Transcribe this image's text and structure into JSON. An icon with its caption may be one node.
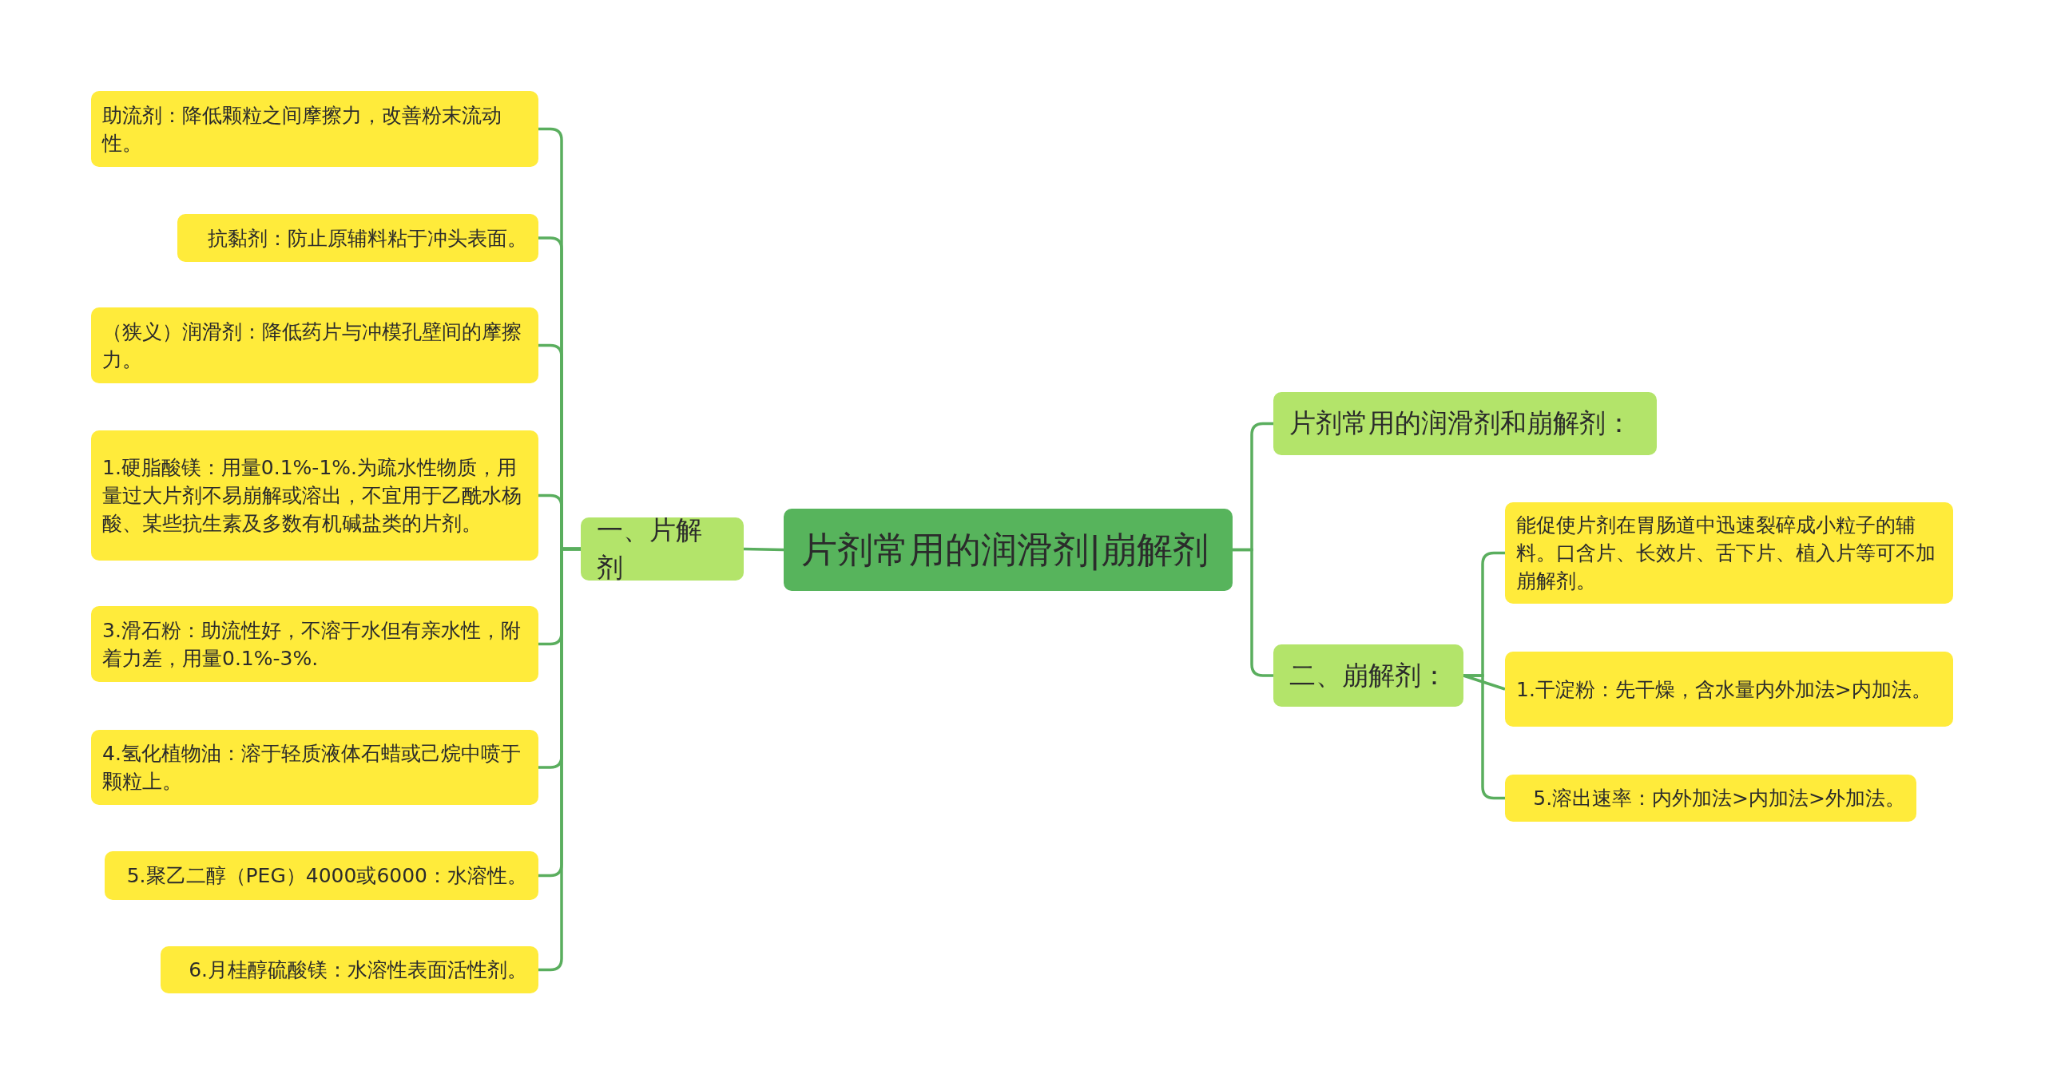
{
  "diagram": {
    "nodes": [
      {
        "text": [
          "片剂常用的润滑剂|崩解剂"
        ]
      },
      {
        "text": [
          "一、片解剂"
        ]
      },
      {
        "text": [
          "助流剂：降低颗粒之间摩擦力，改善粉末流动性。"
        ]
      },
      {
        "text": [
          "抗黏剂：防止原辅料粘于冲头表面。"
        ]
      },
      {
        "text": [
          "（狭义）润滑剂：降低药片与冲模孔壁间的摩擦力。"
        ]
      },
      {
        "text": [
          "1.硬脂酸镁：用量0.1%-1%.为疏水性物质，用量过大片剂不易崩解或溶出，不宜用于乙酰水杨酸、某些抗生素及多数有机碱盐类的片剂。"
        ]
      },
      {
        "text": [
          "3.滑石粉：助流性好，不溶于水但有亲水性，附着力差，用量0.1%-3%."
        ]
      },
      {
        "text": [
          "4.氢化植物油：溶于轻质液体石蜡或己烷中喷于颗粒上。"
        ]
      },
      {
        "text": [
          "5.聚乙二醇（PEG）4000或6000：水溶性。"
        ]
      },
      {
        "text": [
          "6.月桂醇硫酸镁：水溶性表面活性剂。"
        ]
      },
      {
        "text": [
          "片剂常用的润滑剂和崩解剂："
        ]
      },
      {
        "text": [
          "二、崩解剂："
        ]
      },
      {
        "text": [
          "能促使片剂在胃肠道中迅速裂碎成小粒子的辅料。口含片、长效片、舌下片、植入片等可不加崩解剂。"
        ]
      },
      {
        "text": [
          "1.干淀粉：先干燥，含水量内外加法>内加法。"
        ]
      },
      {
        "text": [
          "5.溶出速率：内外加法>内加法>外加法。"
        ]
      }
    ],
    "edges": [
      {
        "from": 0,
        "to": 1,
        "arrow": "none"
      },
      {
        "from": 1,
        "to": 2,
        "arrow": "none"
      },
      {
        "from": 1,
        "to": 3,
        "arrow": "none"
      },
      {
        "from": 1,
        "to": 4,
        "arrow": "none"
      },
      {
        "from": 1,
        "to": 5,
        "arrow": "none"
      },
      {
        "from": 1,
        "to": 6,
        "arrow": "none"
      },
      {
        "from": 1,
        "to": 7,
        "arrow": "none"
      },
      {
        "from": 1,
        "to": 8,
        "arrow": "none"
      },
      {
        "from": 1,
        "to": 9,
        "arrow": "none"
      },
      {
        "from": 0,
        "to": 10,
        "arrow": "none"
      },
      {
        "from": 0,
        "to": 11,
        "arrow": "none"
      },
      {
        "from": 11,
        "to": 12,
        "arrow": "none"
      },
      {
        "from": 11,
        "to": 13,
        "arrow": "none"
      },
      {
        "from": 11,
        "to": 14,
        "arrow": "none"
      }
    ]
  }
}
